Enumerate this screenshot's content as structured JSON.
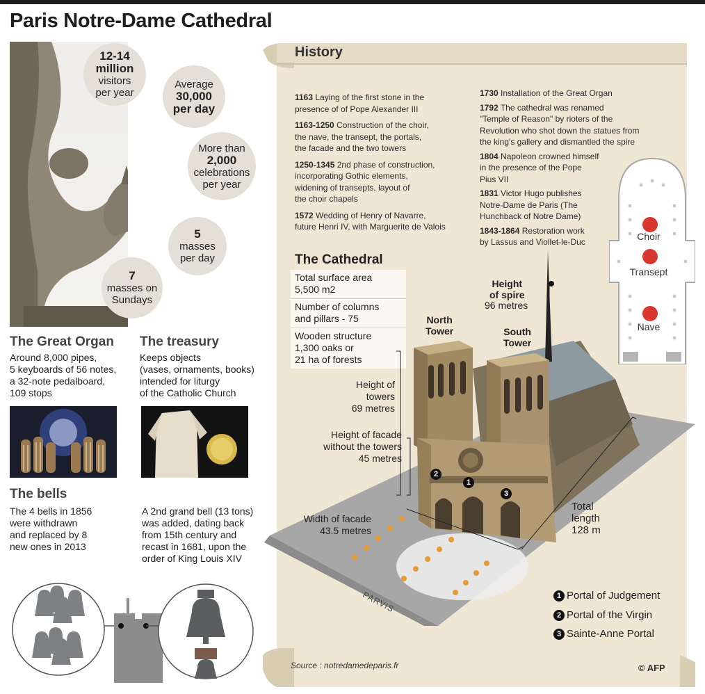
{
  "title": "Paris Notre-Dame Cathedral",
  "stats": {
    "visitors": {
      "number": "12-14",
      "unit": "million",
      "text": "visitors\nper year"
    },
    "daily": {
      "prefix": "Average",
      "number": "30,000",
      "unit": "per day"
    },
    "celebrations": {
      "prefix": "More than",
      "number": "2,000",
      "text": "celebrations\nper year"
    },
    "masses_day": {
      "number": "5",
      "text": "masses\nper day"
    },
    "masses_sunday": {
      "number": "7",
      "text": "masses on\nSundays"
    }
  },
  "great_organ": {
    "heading": "The Great Organ",
    "text": "Around 8,000 pipes,\n5 keyboards of 56 notes,\na 32-note pedalboard,\n109 stops"
  },
  "treasury": {
    "heading": "The treasury",
    "text": "Keeps objects\n(vases, ornaments, books)\nintended for liturgy\nof the Catholic Church"
  },
  "bells": {
    "heading": "The bells",
    "text_left": "The 4 bells in 1856\nwere withdrawn\nand replaced by 8\nnew ones in 2013",
    "text_right": "A 2nd grand bell (13 tons)\nwas added, dating back\nfrom 15th century and\nrecast in 1681, upon the\norder of King Louis XIV"
  },
  "history": {
    "heading": "History",
    "left": [
      {
        "year": "1163",
        "text": "Laying of the first stone in the\npresence of of Pope Alexander III"
      },
      {
        "year": "1163-1250",
        "text": "Construction of the choir,\nthe nave, the transept, the portals,\nthe facade and the two towers"
      },
      {
        "year": "1250-1345",
        "text": "2nd phase of construction,\nincorporating Gothic elements,\nwidening of transepts, layout of\nthe choir chapels"
      },
      {
        "year": "1572",
        "text": "Wedding of Henry of Navarre,\nfuture Henri IV, with Marguerite de Valois"
      }
    ],
    "right": [
      {
        "year": "1730",
        "text": "Installation of the Great Organ"
      },
      {
        "year": "1792",
        "text": "The cathedral was renamed\n\"Temple of Reason\" by rioters of the\nRevolution who shot down the statues from\nthe king's gallery and dismantled the spire"
      },
      {
        "year": "1804",
        "text": "Napoleon crowned himself\nin the presence of the Pope\nPius VII"
      },
      {
        "year": "1831",
        "text": "Victor Hugo publishes\nNotre-Dame de Paris (The\nHunchback of Notre Dame)"
      },
      {
        "year": "1843-1864",
        "text": "Restoration work\nby Lassus and Viollet-le-Duc"
      }
    ]
  },
  "cathedral": {
    "heading": "The Cathedral",
    "facts": [
      "Total surface area\n5,500 m2",
      "Number of columns\nand pillars - 75",
      "Wooden structure\n1,300 oaks or\n21 ha of forests"
    ],
    "labels": {
      "north_tower": "North\nTower",
      "south_tower": "South\nTower",
      "spire": "Height\nof spire",
      "spire_value": "96 metres",
      "towers": "Height of\ntowers\n69 metres",
      "facade": "Height of facade\nwithout the towers\n45 metres",
      "width": "Width of facade\n43.5 metres",
      "length": "Total\nlength\n128 m",
      "parvis": "PARVIS"
    },
    "plan": {
      "choir": "Choir",
      "transept": "Transept",
      "nave": "Nave"
    },
    "portals": [
      {
        "n": "1",
        "name": "Portal of Judgement"
      },
      {
        "n": "2",
        "name": "Portal of the Virgin"
      },
      {
        "n": "3",
        "name": "Sainte-Anne Portal"
      }
    ]
  },
  "source": "Source : notredamedeparis.fr",
  "credit": "© AFP",
  "colors": {
    "parchment": "#efe6d4",
    "scroll_shadow": "#cbbfa5",
    "red": "#d8372f",
    "circle": "#e4e0d8"
  }
}
